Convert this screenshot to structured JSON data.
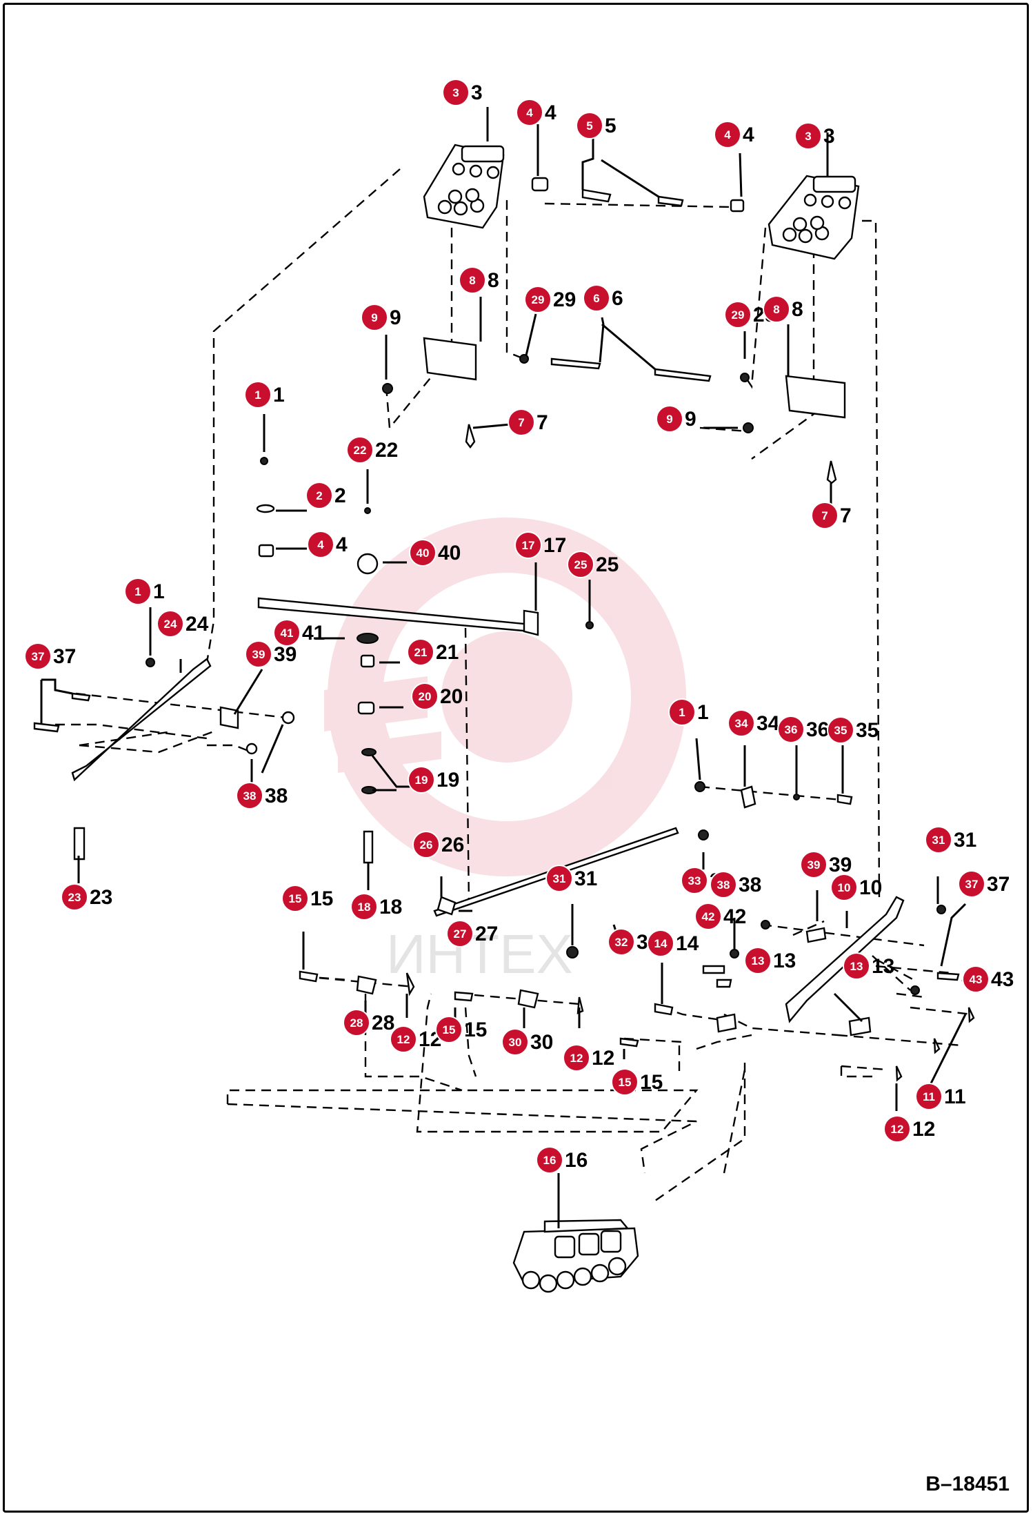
{
  "drawing_number": "B–18451",
  "watermark_text": "ИНТЕХ",
  "callout_color": "#c8102e",
  "callouts": [
    {
      "n": "3"
    },
    {
      "n": "4"
    },
    {
      "n": "5"
    },
    {
      "n": "4"
    },
    {
      "n": "3"
    },
    {
      "n": "8"
    },
    {
      "n": "29"
    },
    {
      "n": "6"
    },
    {
      "n": "29"
    },
    {
      "n": "8"
    },
    {
      "n": "9"
    },
    {
      "n": "7"
    },
    {
      "n": "9"
    },
    {
      "n": "7"
    },
    {
      "n": "1"
    },
    {
      "n": "22"
    },
    {
      "n": "2"
    },
    {
      "n": "4"
    },
    {
      "n": "40"
    },
    {
      "n": "17"
    },
    {
      "n": "25"
    },
    {
      "n": "1"
    },
    {
      "n": "24"
    },
    {
      "n": "41"
    },
    {
      "n": "21"
    },
    {
      "n": "37"
    },
    {
      "n": "39"
    },
    {
      "n": "20"
    },
    {
      "n": "19"
    },
    {
      "n": "38"
    },
    {
      "n": "1"
    },
    {
      "n": "34"
    },
    {
      "n": "36"
    },
    {
      "n": "35"
    },
    {
      "n": "23"
    },
    {
      "n": "18"
    },
    {
      "n": "26"
    },
    {
      "n": "15"
    },
    {
      "n": "27"
    },
    {
      "n": "31"
    },
    {
      "n": "33"
    },
    {
      "n": "38"
    },
    {
      "n": "42"
    },
    {
      "n": "32"
    },
    {
      "n": "14"
    },
    {
      "n": "13"
    },
    {
      "n": "39"
    },
    {
      "n": "10"
    },
    {
      "n": "31"
    },
    {
      "n": "37"
    },
    {
      "n": "13"
    },
    {
      "n": "43"
    },
    {
      "n": "28"
    },
    {
      "n": "12"
    },
    {
      "n": "15"
    },
    {
      "n": "30"
    },
    {
      "n": "12"
    },
    {
      "n": "15"
    },
    {
      "n": "11"
    },
    {
      "n": "12"
    },
    {
      "n": "16"
    }
  ]
}
